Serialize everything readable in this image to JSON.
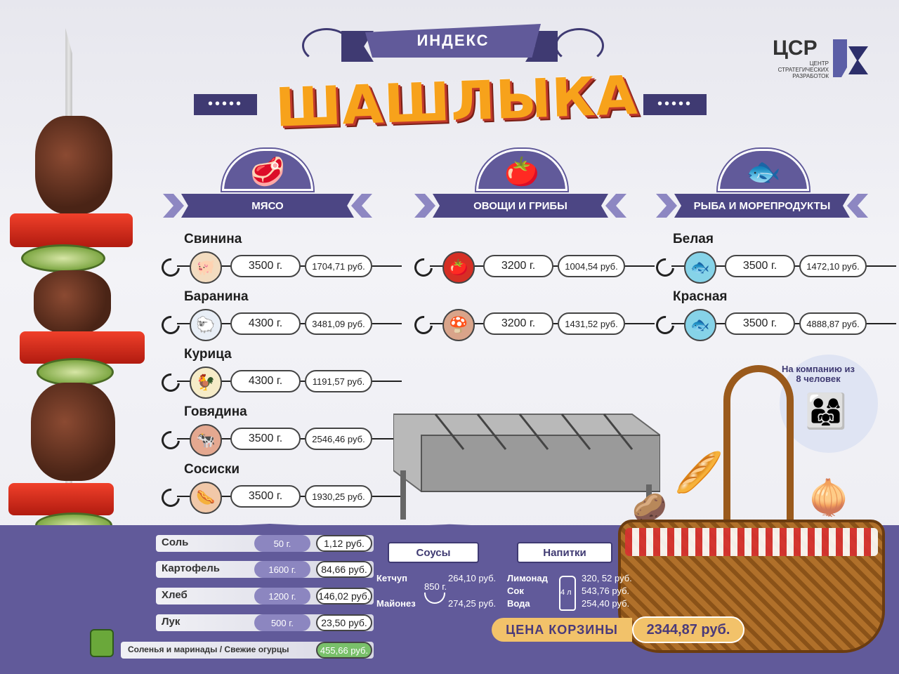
{
  "header": {
    "ribbon": "ИНДЕКС",
    "title": "ШАШЛЫКА",
    "dots": "•••••"
  },
  "logo": {
    "main": "ЦСР",
    "sub": "ЦЕНТР СТРАТЕГИЧЕСКИХ РАЗРАБОТОК"
  },
  "categories": {
    "meat": "МЯСО",
    "veg": "ОВОЩИ И ГРИБЫ",
    "fish": "РЫБА И МОРЕПРОДУКТЫ"
  },
  "meat": [
    {
      "name": "Свинина",
      "weight": "3500 г.",
      "price": "1704,71 руб.",
      "icon": "pig-icon",
      "glyph": "🐖"
    },
    {
      "name": "Баранина",
      "weight": "4300 г.",
      "price": "3481,09 руб.",
      "icon": "sheep-icon",
      "glyph": "🐑"
    },
    {
      "name": "Курица",
      "weight": "4300 г.",
      "price": "1191,57 руб.",
      "icon": "chicken-icon",
      "glyph": "🐓"
    },
    {
      "name": "Говядина",
      "weight": "3500 г.",
      "price": "2546,46 руб.",
      "icon": "cow-icon",
      "glyph": "🐄"
    },
    {
      "name": "Сосиски",
      "weight": "3500 г.",
      "price": "1930,25 руб.",
      "icon": "sausage-icon",
      "glyph": "🌭"
    }
  ],
  "veg": [
    {
      "weight": "3200 г.",
      "price": "1004,54 руб.",
      "icon": "tomato-icon",
      "glyph": "🍅"
    },
    {
      "weight": "3200 г.",
      "price": "1431,52 руб.",
      "icon": "mushroom-icon",
      "glyph": "🍄"
    }
  ],
  "fish": [
    {
      "name": "Белая",
      "weight": "3500 г.",
      "price": "1472,10 руб.",
      "icon": "white-fish-icon",
      "glyph": "🐟"
    },
    {
      "name": "Красная",
      "weight": "3500 г.",
      "price": "4888,87 руб.",
      "icon": "red-fish-icon",
      "glyph": "🐟"
    }
  ],
  "ingredients": [
    {
      "name": "Соль",
      "weight": "50 г.",
      "price": "1,12 руб."
    },
    {
      "name": "Картофель",
      "weight": "1600 г.",
      "price": "84,66 руб."
    },
    {
      "name": "Хлеб",
      "weight": "1200 г.",
      "price": "146,02 руб."
    },
    {
      "name": "Лук",
      "weight": "500 г.",
      "price": "23,50 руб."
    }
  ],
  "pickles": {
    "name": "Соленья и маринады / Свежие огурцы",
    "price": "455,66 руб."
  },
  "sauces": {
    "title": "Соусы",
    "weight": "850 г.",
    "items": [
      {
        "name": "Кетчуп",
        "price": "264,10 руб."
      },
      {
        "name": "Майонез",
        "price": "274,25 руб."
      }
    ]
  },
  "drinks": {
    "title": "Напитки",
    "volume": "4 л",
    "items": [
      {
        "name": "Лимонад",
        "price": "320, 52 руб."
      },
      {
        "name": "Сок",
        "price": "543,76 руб."
      },
      {
        "name": "Вода",
        "price": "254,40 руб."
      }
    ]
  },
  "company": "На компанию из 8 человек",
  "total": {
    "label": "ЦЕНА КОРЗИНЫ",
    "value": "2344,87 руб."
  },
  "colors": {
    "primary": "#615a9a",
    "dark": "#3f3a72",
    "accent": "#f7a21b"
  }
}
